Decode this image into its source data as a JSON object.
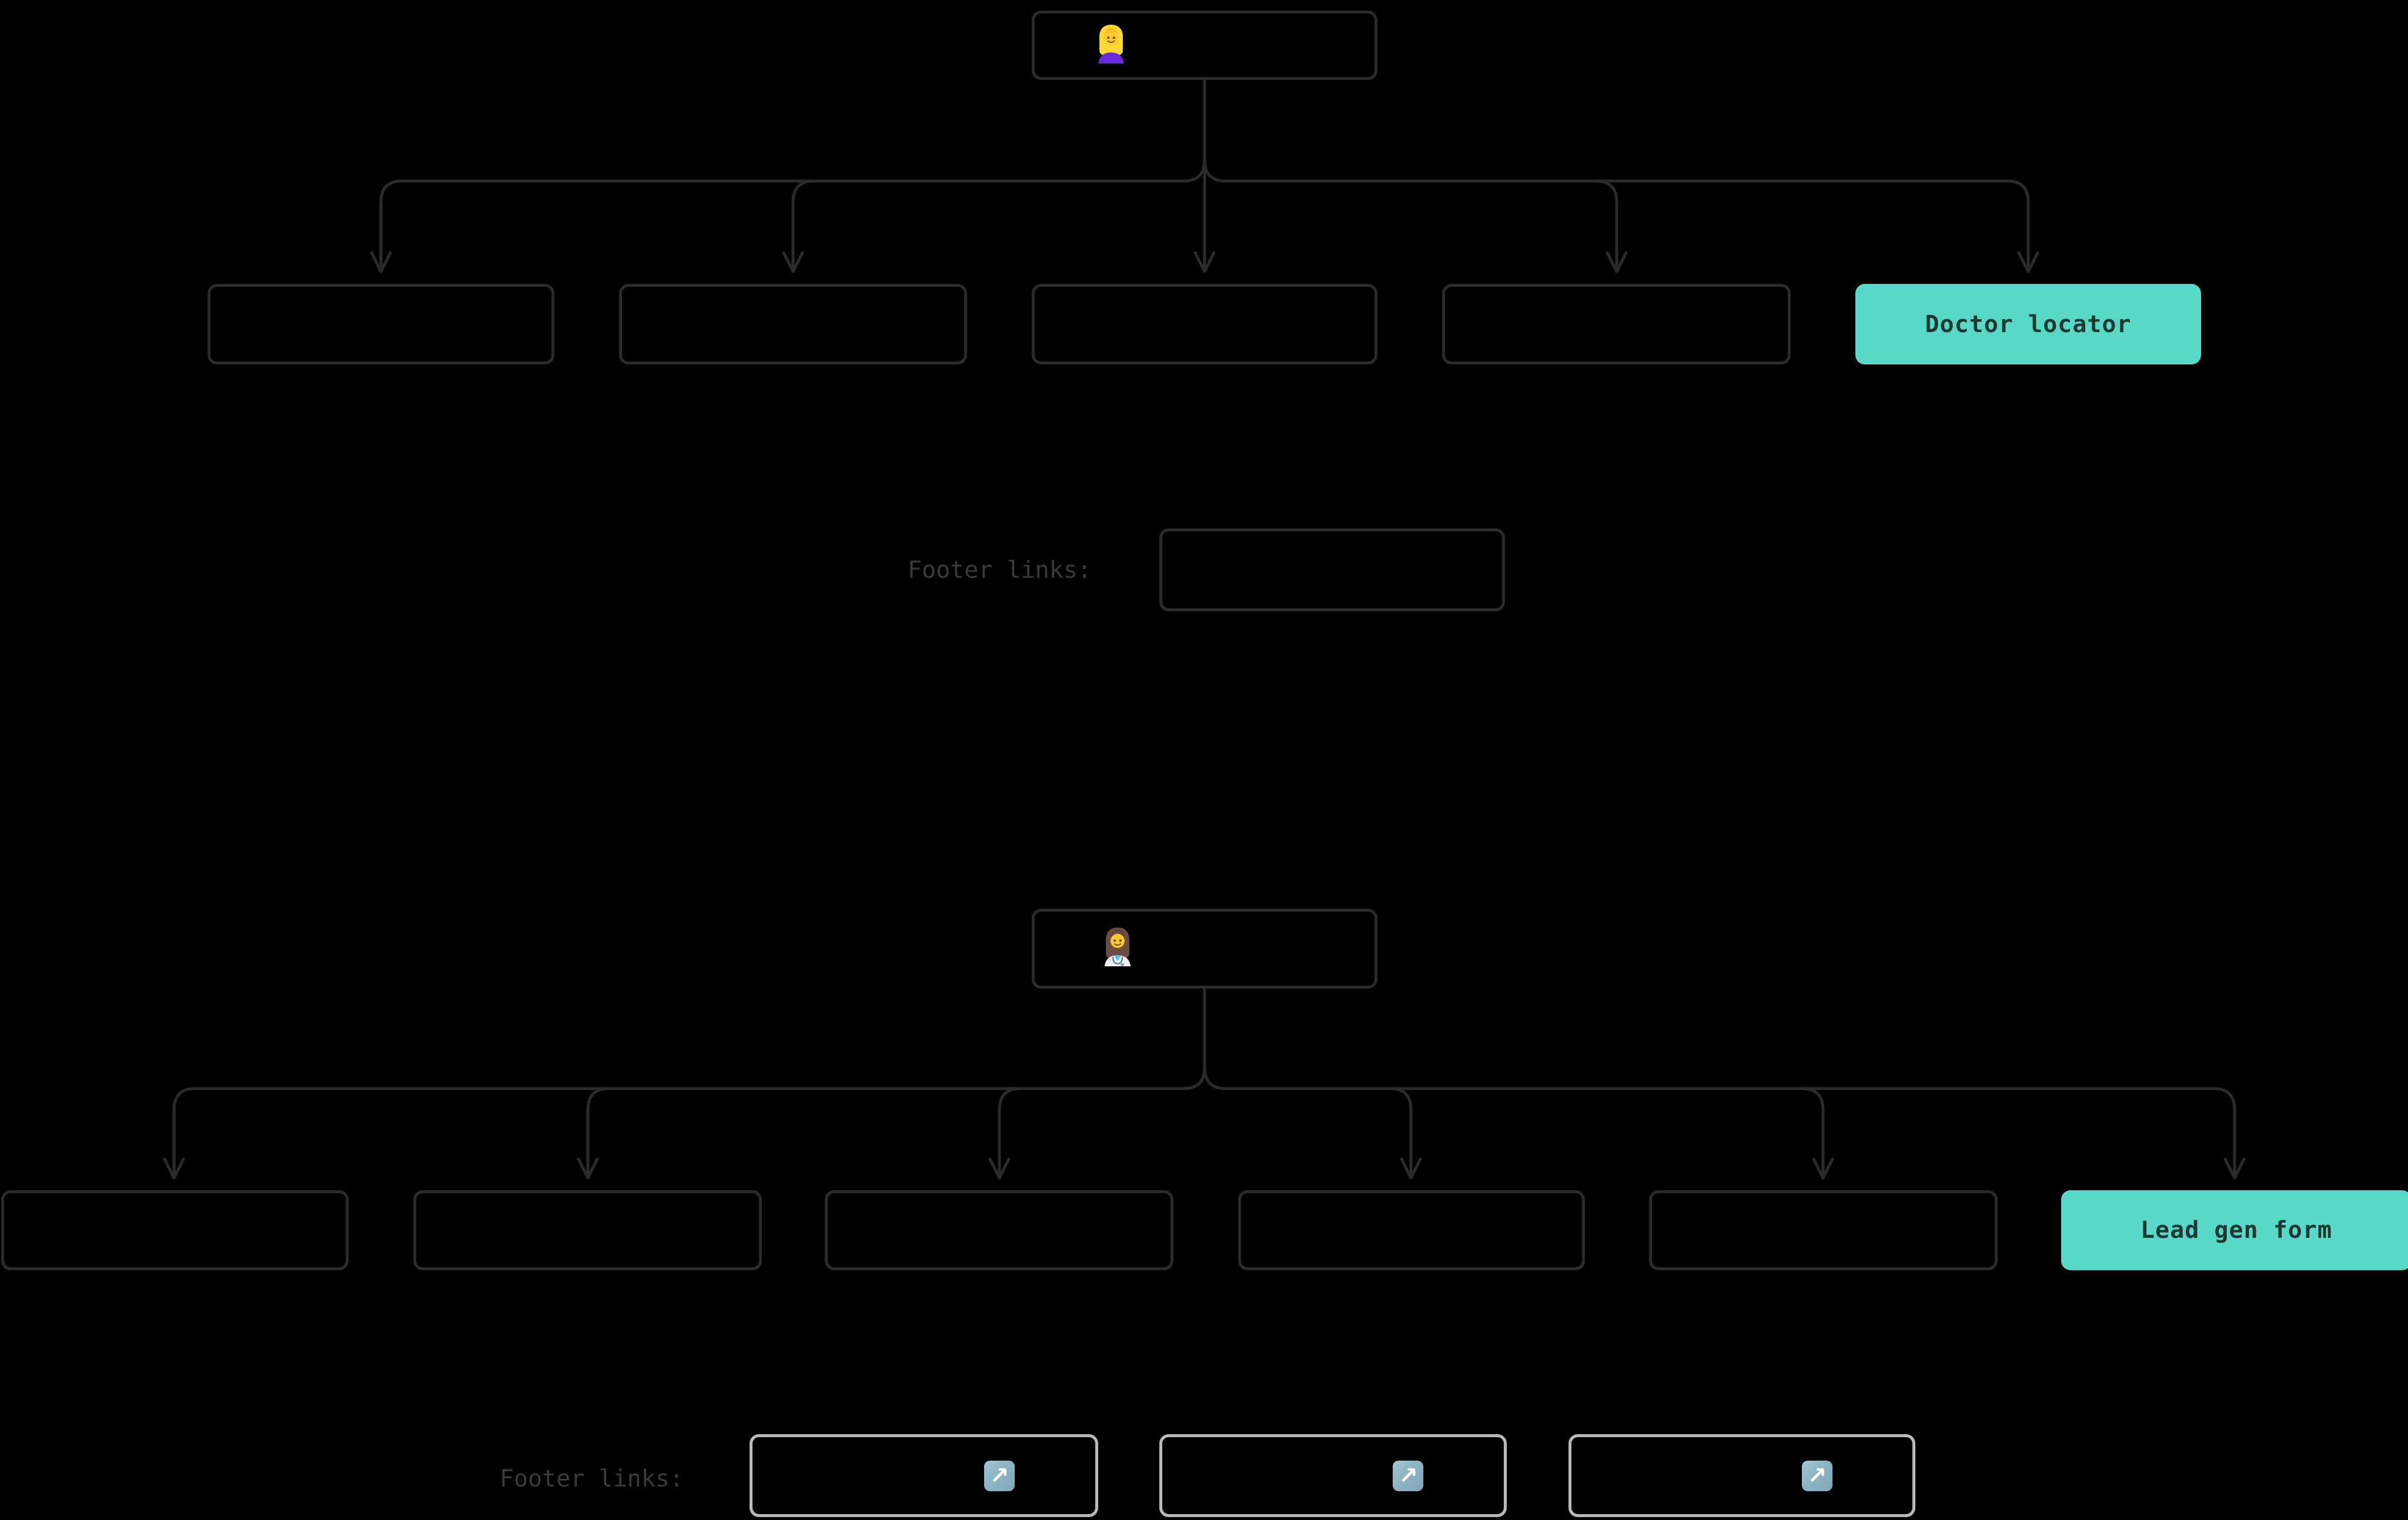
{
  "colors": {
    "background": "#000000",
    "node_border": "#2b2b2e",
    "connector": "#2b2b2e",
    "accent_fill": "#58d9c7",
    "accent_text": "#1b3833",
    "footer_label_text": "#3a3a3e",
    "link_node_border": "#b9bbbb",
    "link_icon_background": "#8db5c4",
    "link_icon_arrow": "#ffffff"
  },
  "sitemap_top": {
    "root": {
      "icon": "blond-woman-emoji",
      "label": ""
    },
    "children": [
      {
        "label": "",
        "accent": false
      },
      {
        "label": "",
        "accent": false
      },
      {
        "label": "",
        "accent": false
      },
      {
        "label": "",
        "accent": false
      },
      {
        "label": "Doctor locator",
        "accent": true
      }
    ],
    "footer": {
      "label": "Footer links:",
      "boxes": [
        {
          "label": ""
        }
      ]
    }
  },
  "sitemap_bottom": {
    "root": {
      "icon": "woman-health-worker-emoji",
      "label": ""
    },
    "children": [
      {
        "label": "",
        "accent": false
      },
      {
        "label": "",
        "accent": false
      },
      {
        "label": "",
        "accent": false
      },
      {
        "label": "",
        "accent": false
      },
      {
        "label": "",
        "accent": false
      },
      {
        "label": "Lead gen form",
        "accent": true
      }
    ],
    "footer": {
      "label": "Footer links:",
      "links": [
        {
          "icon": "arrow-up-right-emoji",
          "glyph": "↗"
        },
        {
          "icon": "arrow-up-right-emoji",
          "glyph": "↗"
        },
        {
          "icon": "arrow-up-right-emoji",
          "glyph": "↗"
        }
      ]
    }
  }
}
